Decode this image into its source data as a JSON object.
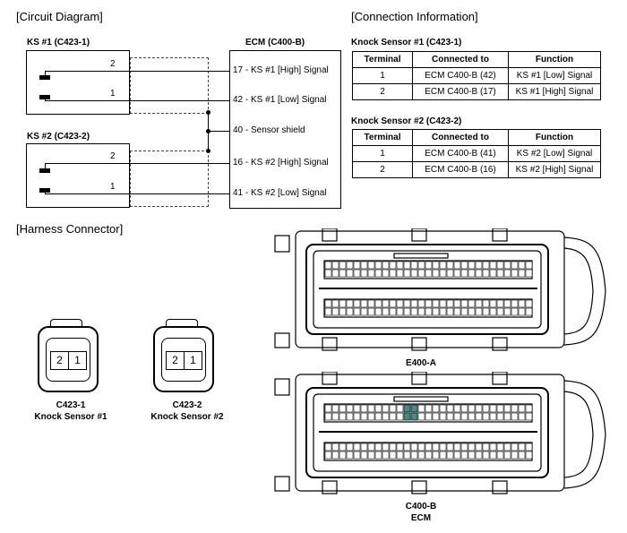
{
  "sections": {
    "circuit": "[Circuit Diagram]",
    "connection": "[Connection Information]",
    "harness": "[Harness Connector]"
  },
  "circuit": {
    "ks1_title": "KS #1 (C423-1)",
    "ks2_title": "KS #2 (C423-2)",
    "ecm_title": "ECM (C400-B)",
    "ks1_wires": [
      "2",
      "1"
    ],
    "ks2_wires": [
      "2",
      "1"
    ],
    "ecm_pins": [
      "17 - KS #1 [High] Signal",
      "42 - KS #1 [Low] Signal",
      "40 - Sensor shield",
      "16 - KS #2 [High] Signal",
      "41 - KS #2 [Low] Signal"
    ]
  },
  "tables": [
    {
      "title": "Knock Sensor #1 (C423-1)",
      "headers": [
        "Terminal",
        "Connected to",
        "Function"
      ],
      "rows": [
        [
          "1",
          "ECM C400-B (42)",
          "KS #1 [Low] Signal"
        ],
        [
          "2",
          "ECM C400-B (17)",
          "KS #1 [High] Signal"
        ]
      ]
    },
    {
      "title": "Knock Sensor #2 (C423-2)",
      "headers": [
        "Terminal",
        "Connected to",
        "Function"
      ],
      "rows": [
        [
          "1",
          "ECM C400-B (41)",
          "KS #2 [Low] Signal"
        ],
        [
          "2",
          "ECM C400-B (16)",
          "KS #2 [High] Signal"
        ]
      ]
    }
  ],
  "harness": {
    "c423_1": {
      "code": "C423-1",
      "name": "Knock Sensor #1",
      "pins": [
        "2",
        "1"
      ]
    },
    "c423_2": {
      "code": "C423-2",
      "name": "Knock Sensor #2",
      "pins": [
        "2",
        "1"
      ]
    },
    "e400a": {
      "code": "E400-A"
    },
    "c400b": {
      "code": "C400-B",
      "name": "ECM",
      "highlight": "#4a8a86"
    }
  }
}
